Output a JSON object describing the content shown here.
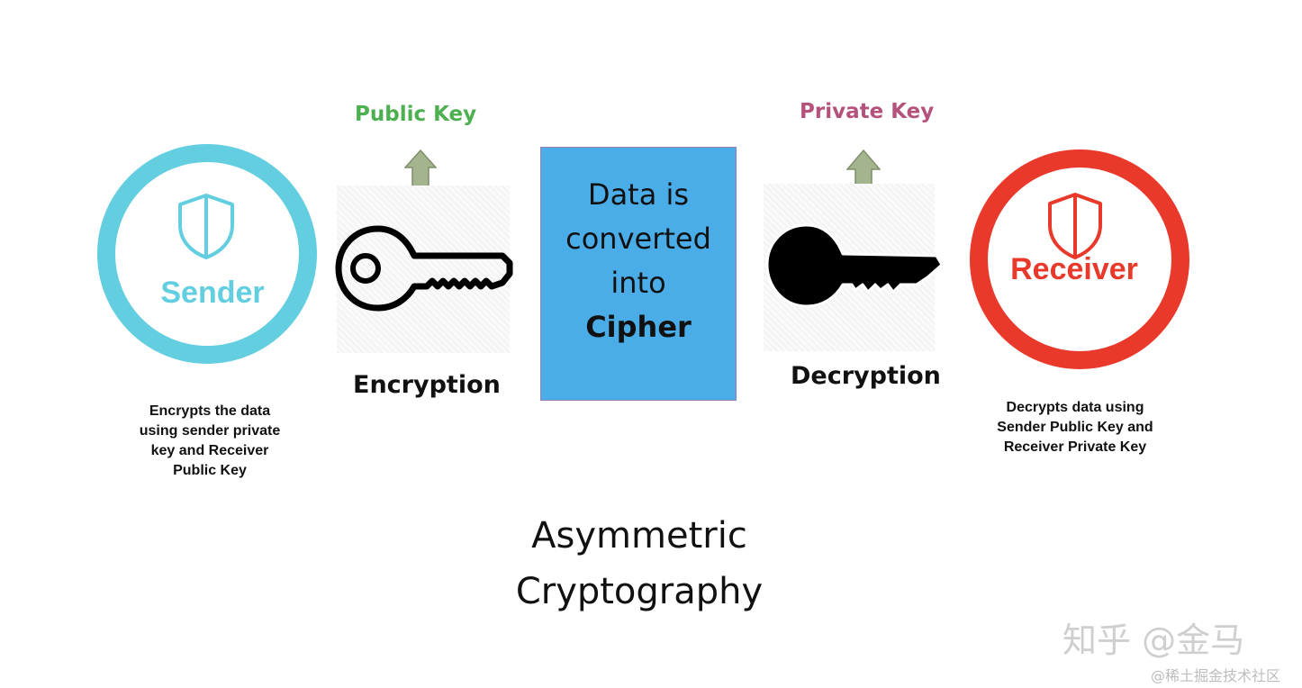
{
  "sender": {
    "label": "Sender",
    "description": "Encrypts the data\nusing sender private\nkey and Receiver\nPublic Key",
    "color": "#63CEE0"
  },
  "receiver": {
    "label": "Receiver",
    "description": "Decrypts data using\nSender Public Key and\nReceiver  Private Key",
    "color": "#E8392B"
  },
  "encryption": {
    "key_label": "Public Key",
    "process_label": "Encryption",
    "key_label_color": "#4CAF50"
  },
  "decryption": {
    "key_label": "Private Key",
    "process_label": "Decryption",
    "key_label_color": "#B5527C"
  },
  "cipher_box": {
    "lines": [
      "Data is",
      "converted",
      "into"
    ],
    "bold_line": "Cipher",
    "color": "#4BADE8"
  },
  "title": {
    "line1": "Asymmetric",
    "line2": "Cryptography"
  },
  "watermark": {
    "main": "知乎 @金马",
    "sub": "@稀土掘金技术社区"
  },
  "icons": [
    "shield-icon",
    "arrow-up-icon",
    "key-outline-icon",
    "key-solid-icon"
  ]
}
